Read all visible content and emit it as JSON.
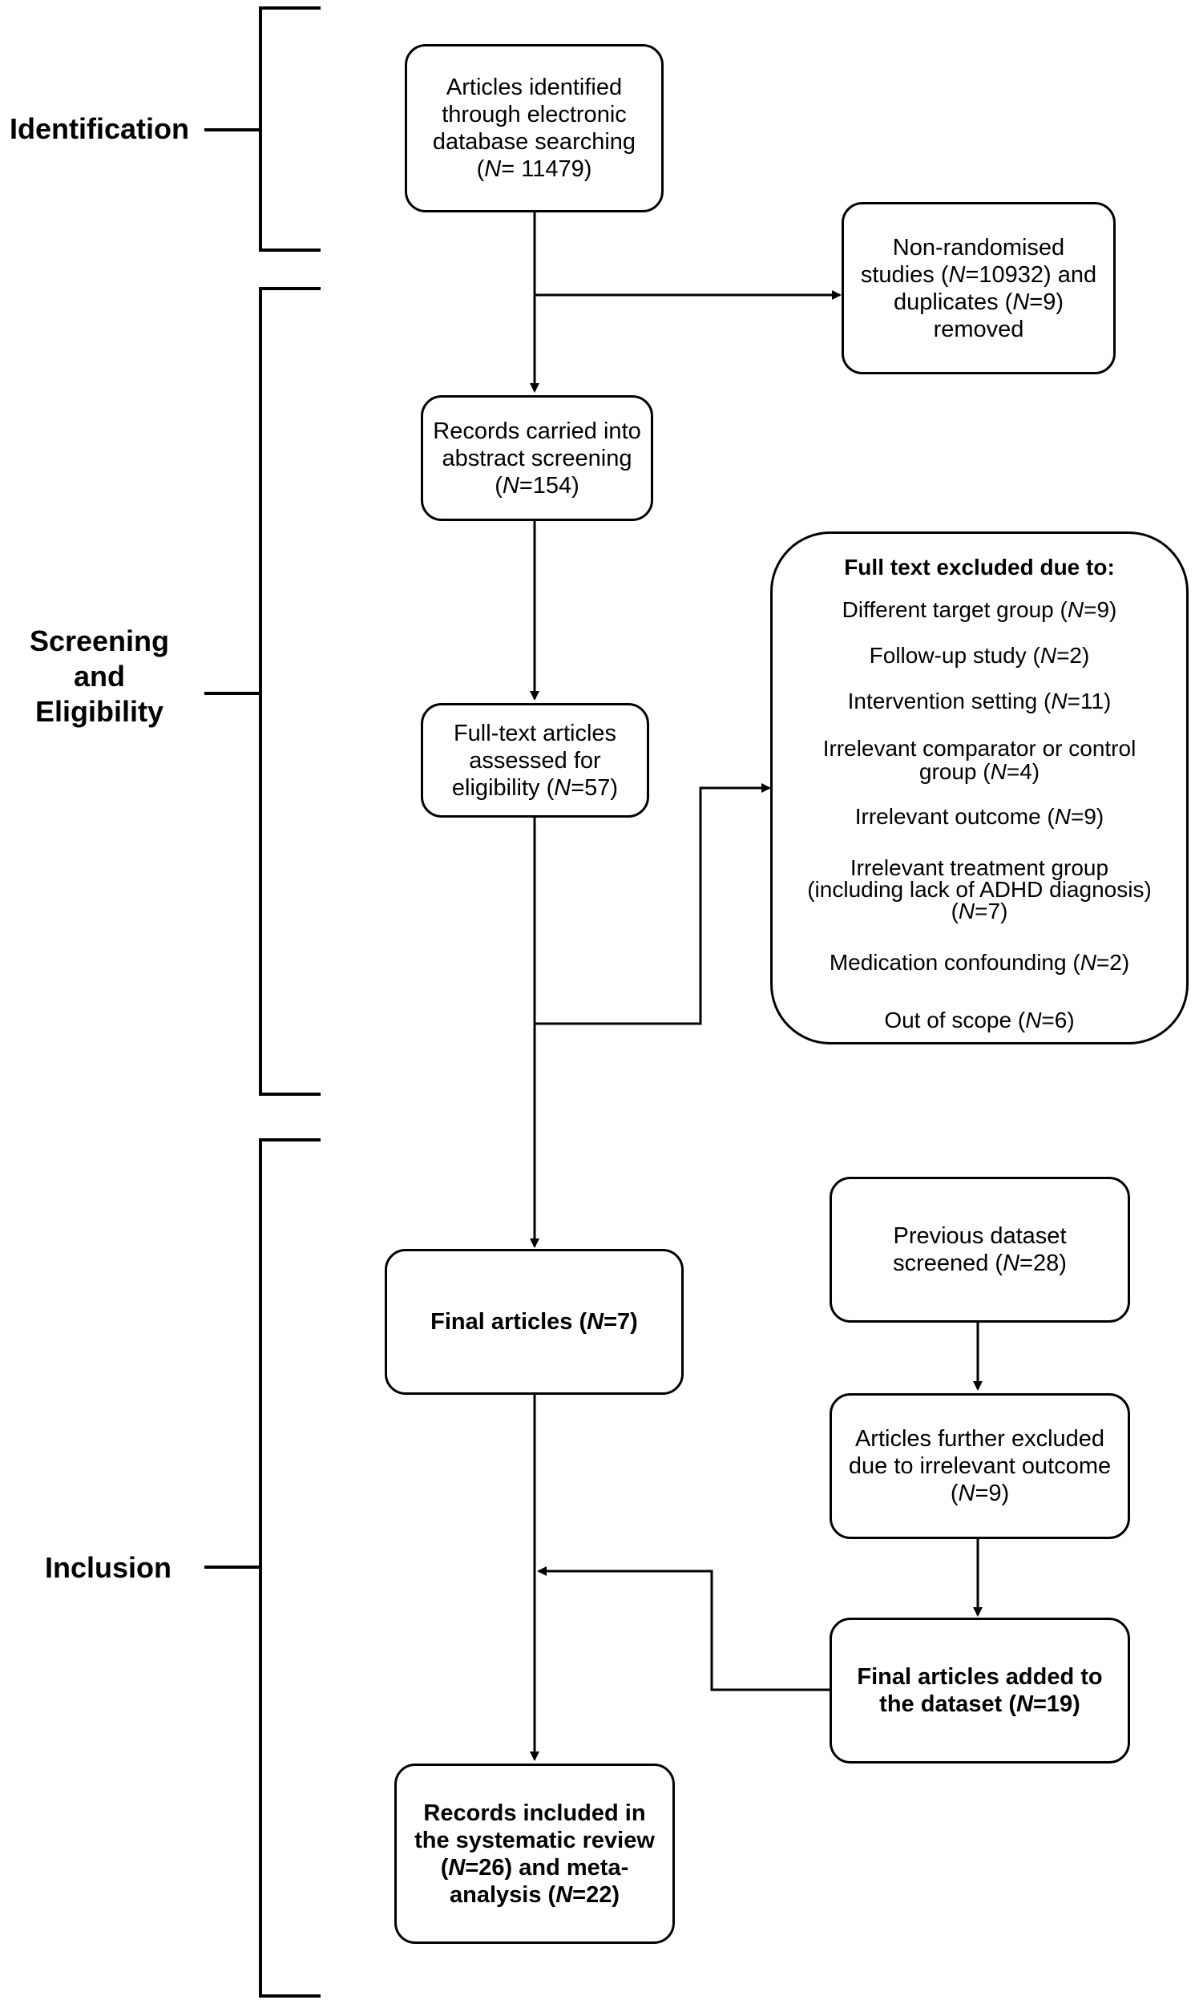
{
  "stages": {
    "identification": "Identification",
    "screening": [
      "Screening",
      "and",
      "Eligibility"
    ],
    "inclusion": "Inclusion"
  },
  "boxes": {
    "identified": [
      "Articles identified",
      "through electronic",
      "database searching",
      "(N= 11479)"
    ],
    "removed": [
      "Non-randomised",
      "studies (N=10932) and",
      "duplicates (N=9)",
      "removed"
    ],
    "abstract_screening": [
      "Records carried into",
      "abstract screening",
      "(N=154)"
    ],
    "full_text": [
      "Full-text articles",
      "assessed for",
      "eligibility (N=57)"
    ],
    "final_articles": "Final articles (N=7)",
    "previous_dataset": [
      "Previous dataset",
      "screened (N=28)"
    ],
    "further_excluded": [
      "Articles further excluded",
      "due to irrelevant outcome",
      "(N=9)"
    ],
    "added": [
      "Final articles added to",
      "the dataset (N=19)"
    ],
    "included": [
      "Records included in",
      "the systematic review",
      "(N=26) and meta-",
      "analysis (N=22)"
    ]
  },
  "exclusions": {
    "heading": "Full text excluded due to:",
    "items": [
      [
        "Different target group (N=9)"
      ],
      [
        "Follow-up study (N=2)"
      ],
      [
        "Intervention setting (N=11)"
      ],
      [
        "Irrelevant comparator or control",
        "group (N=4)"
      ],
      [
        "Irrelevant outcome (N=9)"
      ],
      [
        "Irrelevant treatment group",
        "(including lack of ADHD diagnosis)",
        "(N=7)"
      ],
      [
        "Medication confounding (N=2)"
      ],
      [
        "Out of scope (N=6)"
      ]
    ]
  }
}
